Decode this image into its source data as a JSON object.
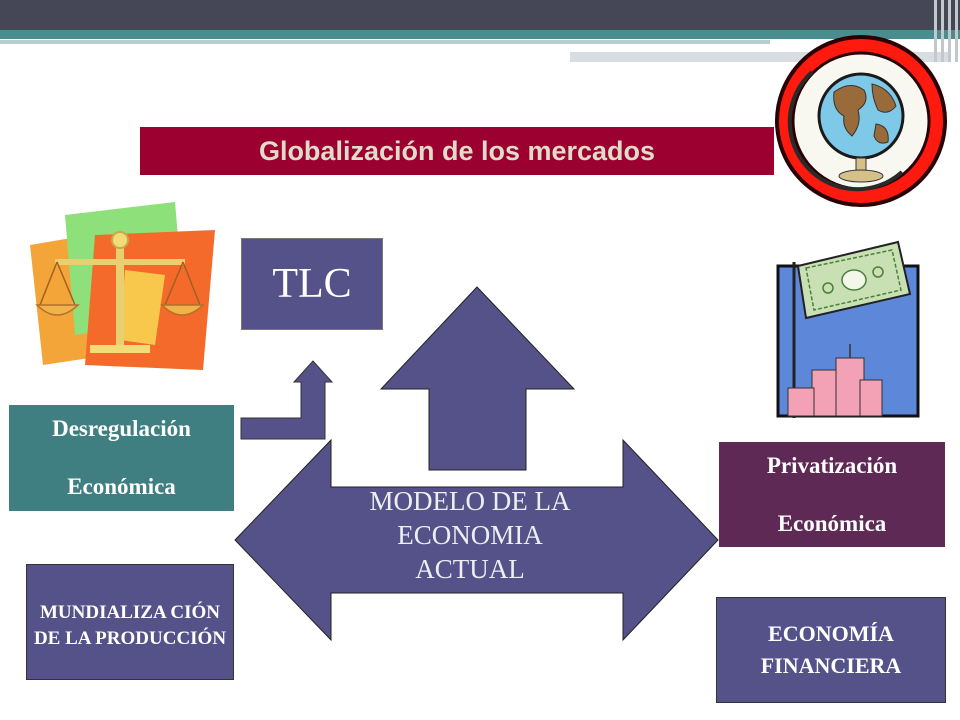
{
  "title": "Globalización de los mercados",
  "tlc": "TLC",
  "desregulacion": {
    "line1": "Desregulación",
    "line2": "Económica"
  },
  "privatizacion": {
    "line1": "Privatización",
    "line2": "Económica"
  },
  "mundializacion": "MUNDIALIZA CIÓN DE LA PRODUCCIÓN",
  "economia_financiera": "ECONOMÍA FINANCIERA",
  "modelo": {
    "line1": "MODELO DE LA",
    "line2": "ECONOMIA",
    "line3": "ACTUAL"
  },
  "colors": {
    "arrow": "#545288",
    "title_bg": "#9c0030",
    "desreg_bg": "#3f7f82",
    "privat_bg": "#5e2a55"
  },
  "icons": [
    "balance-scale-icon",
    "globe-icon",
    "money-building-icon"
  ]
}
